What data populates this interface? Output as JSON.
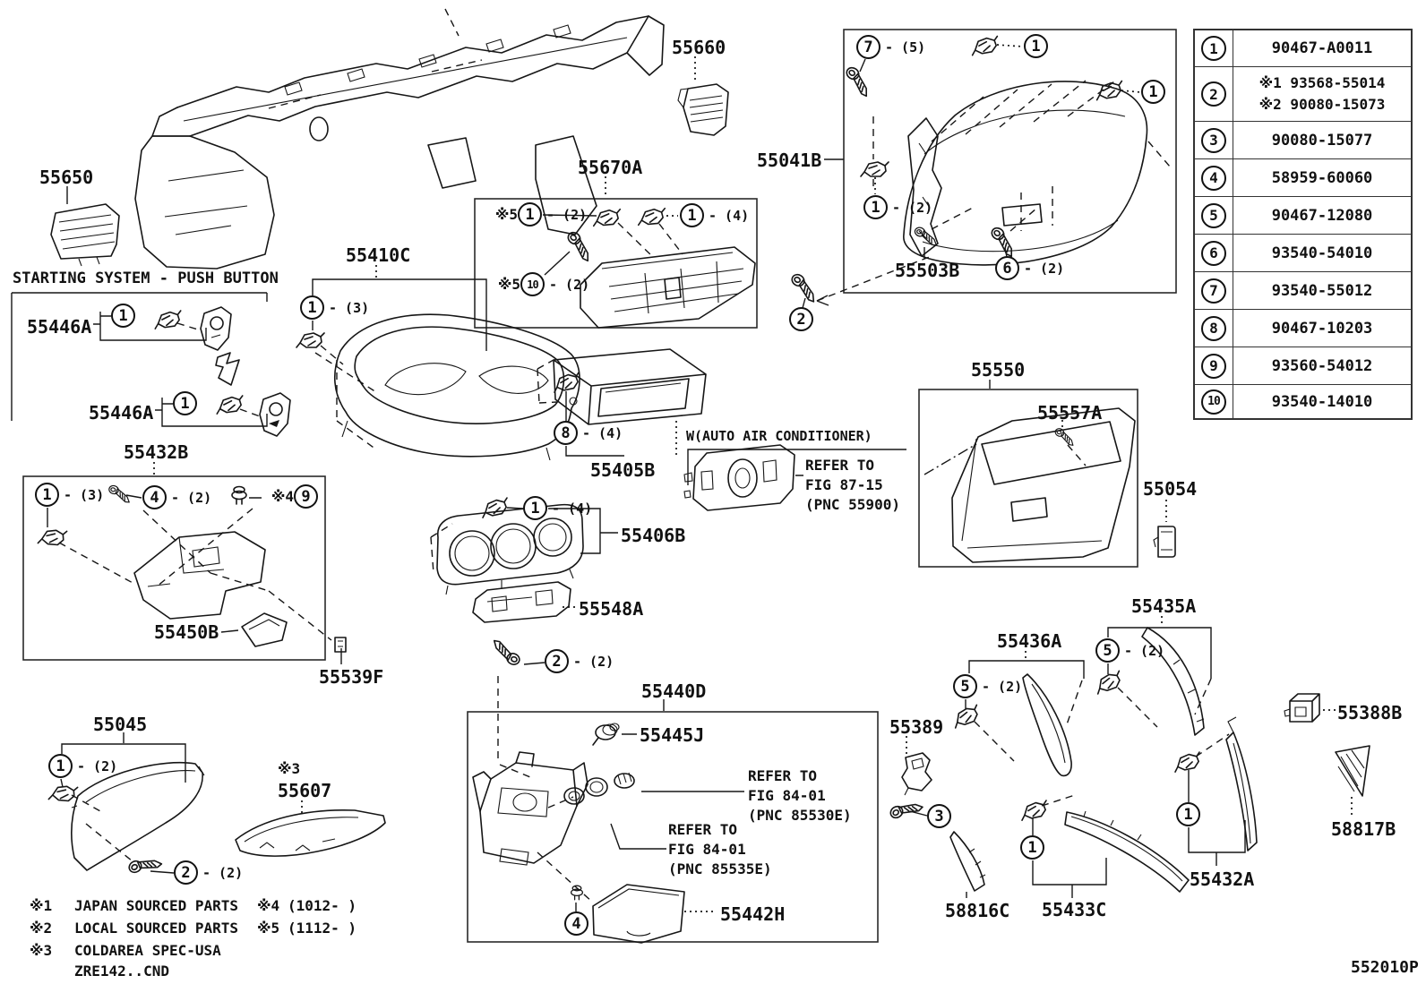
{
  "figure": {
    "code": "552010P"
  },
  "annotations": {
    "starting_system": "STARTING SYSTEM - PUSH BUTTON",
    "auto_ac": "W(AUTO AIR CONDITIONER)",
    "refer_87_15": [
      "REFER TO",
      "FIG 87-15",
      "(PNC 55900)"
    ],
    "refer_84_01_a": [
      "REFER TO",
      "FIG 84-01",
      "(PNC 85530E)"
    ],
    "refer_84_01_b": [
      "REFER TO",
      "FIG 84-01",
      "(PNC 85535E)"
    ]
  },
  "labels": [
    {
      "text": "55650"
    },
    {
      "text": "55660"
    },
    {
      "text": "55670A"
    },
    {
      "text": "55041B"
    },
    {
      "text": "55410C"
    },
    {
      "text": "55405B"
    },
    {
      "text": "55406B"
    },
    {
      "text": "55548A"
    },
    {
      "text": "55446A"
    },
    {
      "text": "55446A"
    },
    {
      "text": "55432B"
    },
    {
      "text": "55450B"
    },
    {
      "text": "55539F"
    },
    {
      "text": "55045"
    },
    {
      "text": "55607"
    },
    {
      "text": "55440D"
    },
    {
      "text": "55445J"
    },
    {
      "text": "55442H"
    },
    {
      "text": "55550"
    },
    {
      "text": "55557A"
    },
    {
      "text": "55054"
    },
    {
      "text": "55503B"
    },
    {
      "text": "55435A"
    },
    {
      "text": "55436A"
    },
    {
      "text": "55389"
    },
    {
      "text": "55388B"
    },
    {
      "text": "58817B"
    },
    {
      "text": "55432A"
    },
    {
      "text": "55433C"
    },
    {
      "text": "58816C"
    }
  ],
  "callouts": [
    {
      "n": "1",
      "q": "- (3)"
    },
    {
      "n": "1",
      "q": ""
    },
    {
      "n": "1",
      "q": ""
    },
    {
      "n": "1",
      "q": "- (3)"
    },
    {
      "n": "4",
      "q": "- (2)"
    },
    {
      "n": "9",
      "q": ""
    },
    {
      "n": "1",
      "q": "- (2)"
    },
    {
      "n": "1",
      "q": "- (4)"
    },
    {
      "n": "10",
      "q": "- (2)"
    },
    {
      "n": "8",
      "q": "- (4)"
    },
    {
      "n": "1",
      "q": "- (4)"
    },
    {
      "n": "7",
      "q": "- (5)"
    },
    {
      "n": "1",
      "q": ""
    },
    {
      "n": "1",
      "q": ""
    },
    {
      "n": "1",
      "q": "- (2)"
    },
    {
      "n": "6",
      "q": "- (2)"
    },
    {
      "n": "2",
      "q": ""
    },
    {
      "n": "1",
      "q": "- (2)"
    },
    {
      "n": "2",
      "q": "- (2)"
    },
    {
      "n": "2",
      "q": "- (2)"
    },
    {
      "n": "4",
      "q": ""
    },
    {
      "n": "5",
      "q": "- (2)"
    },
    {
      "n": "5",
      "q": "- (2)"
    },
    {
      "n": "3",
      "q": ""
    },
    {
      "n": "1",
      "q": ""
    },
    {
      "n": "1",
      "q": ""
    }
  ],
  "marks": [
    {
      "text": "※4"
    },
    {
      "text": "※5"
    },
    {
      "text": "※5"
    },
    {
      "text": "※3"
    }
  ],
  "table": {
    "rows": [
      {
        "no": "1",
        "lines": [
          "90467-A0011"
        ]
      },
      {
        "no": "2",
        "lines": [
          "※1 93568-55014",
          "※2 90080-15073"
        ]
      },
      {
        "no": "3",
        "lines": [
          "90080-15077"
        ]
      },
      {
        "no": "4",
        "lines": [
          "58959-60060"
        ]
      },
      {
        "no": "5",
        "lines": [
          "90467-12080"
        ]
      },
      {
        "no": "6",
        "lines": [
          "93540-54010"
        ]
      },
      {
        "no": "7",
        "lines": [
          "93540-55012"
        ]
      },
      {
        "no": "8",
        "lines": [
          "90467-10203"
        ]
      },
      {
        "no": "9",
        "lines": [
          "93560-54012"
        ]
      },
      {
        "no": "10",
        "lines": [
          "93540-14010"
        ]
      }
    ]
  },
  "legend": [
    {
      "mark": "※1",
      "text": "JAPAN SOURCED PARTS"
    },
    {
      "mark": "※2",
      "text": "LOCAL SOURCED PARTS"
    },
    {
      "mark": "※3",
      "text": "COLDAREA SPEC-USA"
    },
    {
      "mark": "",
      "text": "ZRE142..CND"
    },
    {
      "mark": "※4",
      "text": "(1012-   )"
    },
    {
      "mark": "※5",
      "text": "(1112-   )"
    }
  ]
}
